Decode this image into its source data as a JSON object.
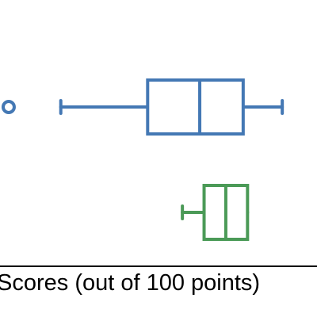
{
  "chart_data": {
    "type": "boxplot",
    "title": "",
    "xlabel": "Scores (out of 100 points)",
    "ylabel": "",
    "xlim": [
      30,
      103
    ],
    "orientation": "horizontal",
    "grid": false,
    "series": [
      {
        "color": "#4478b4",
        "min": 44,
        "q1": 64,
        "median": 76,
        "q3": 86,
        "max": 95,
        "outliers": [
          32
        ]
      },
      {
        "color": "#4b9a57",
        "min": 72,
        "q1": 77,
        "median": 82,
        "q3": 87,
        "max": 84
      }
    ]
  }
}
